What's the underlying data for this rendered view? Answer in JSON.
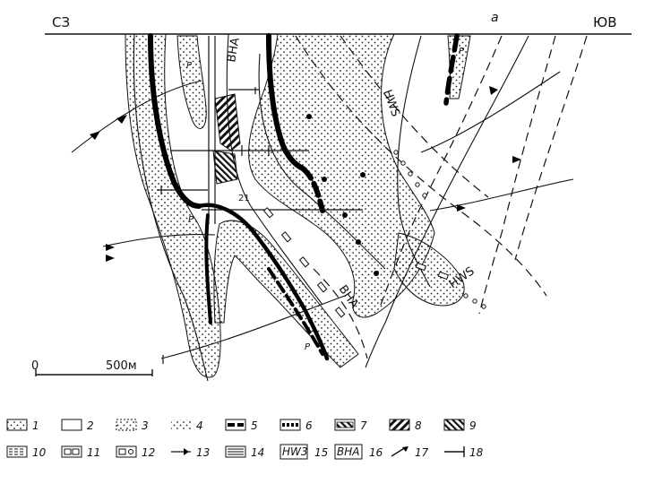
{
  "directions": {
    "left": "СЗ",
    "right": "ЮВ"
  },
  "marker_a": "a",
  "scale": {
    "start": "0",
    "end": "500м"
  },
  "section_labels": {
    "bha_top": "BHA",
    "hws_top": "HWS",
    "bha_bottom": "BHA",
    "hws_right": "HWS",
    "p_upper": "P",
    "p_left": "P",
    "p_right": "P",
    "p_lower": "P",
    "num_21": "21"
  },
  "legend": [
    {
      "num": "1",
      "symbol": "P-box"
    },
    {
      "num": "2",
      "symbol": "empty-box"
    },
    {
      "num": "3",
      "symbol": "dotted-box"
    },
    {
      "num": "4",
      "symbol": "dotted-p-box"
    },
    {
      "num": "5",
      "symbol": "thick-dashed-line"
    },
    {
      "num": "6",
      "symbol": "dotted-bold-line"
    },
    {
      "num": "7",
      "symbol": "hatched-band"
    },
    {
      "num": "8",
      "symbol": "diagonal-hatch-left"
    },
    {
      "num": "9",
      "symbol": "diagonal-hatch-right"
    },
    {
      "num": "10",
      "symbol": "dashed-lines-box"
    },
    {
      "num": "11",
      "symbol": "double-rect-box"
    },
    {
      "num": "12",
      "symbol": "rect-circle-box"
    },
    {
      "num": "13",
      "symbol": "dot-arrow-line"
    },
    {
      "num": "14",
      "symbol": "triple-line-box"
    },
    {
      "num": "15",
      "symbol": "HW3",
      "text": "HW3"
    },
    {
      "num": "16",
      "symbol": "BHA",
      "text": "BHA"
    },
    {
      "num": "17",
      "symbol": "arrow-sign"
    },
    {
      "num": "18",
      "symbol": "tick-line"
    }
  ]
}
